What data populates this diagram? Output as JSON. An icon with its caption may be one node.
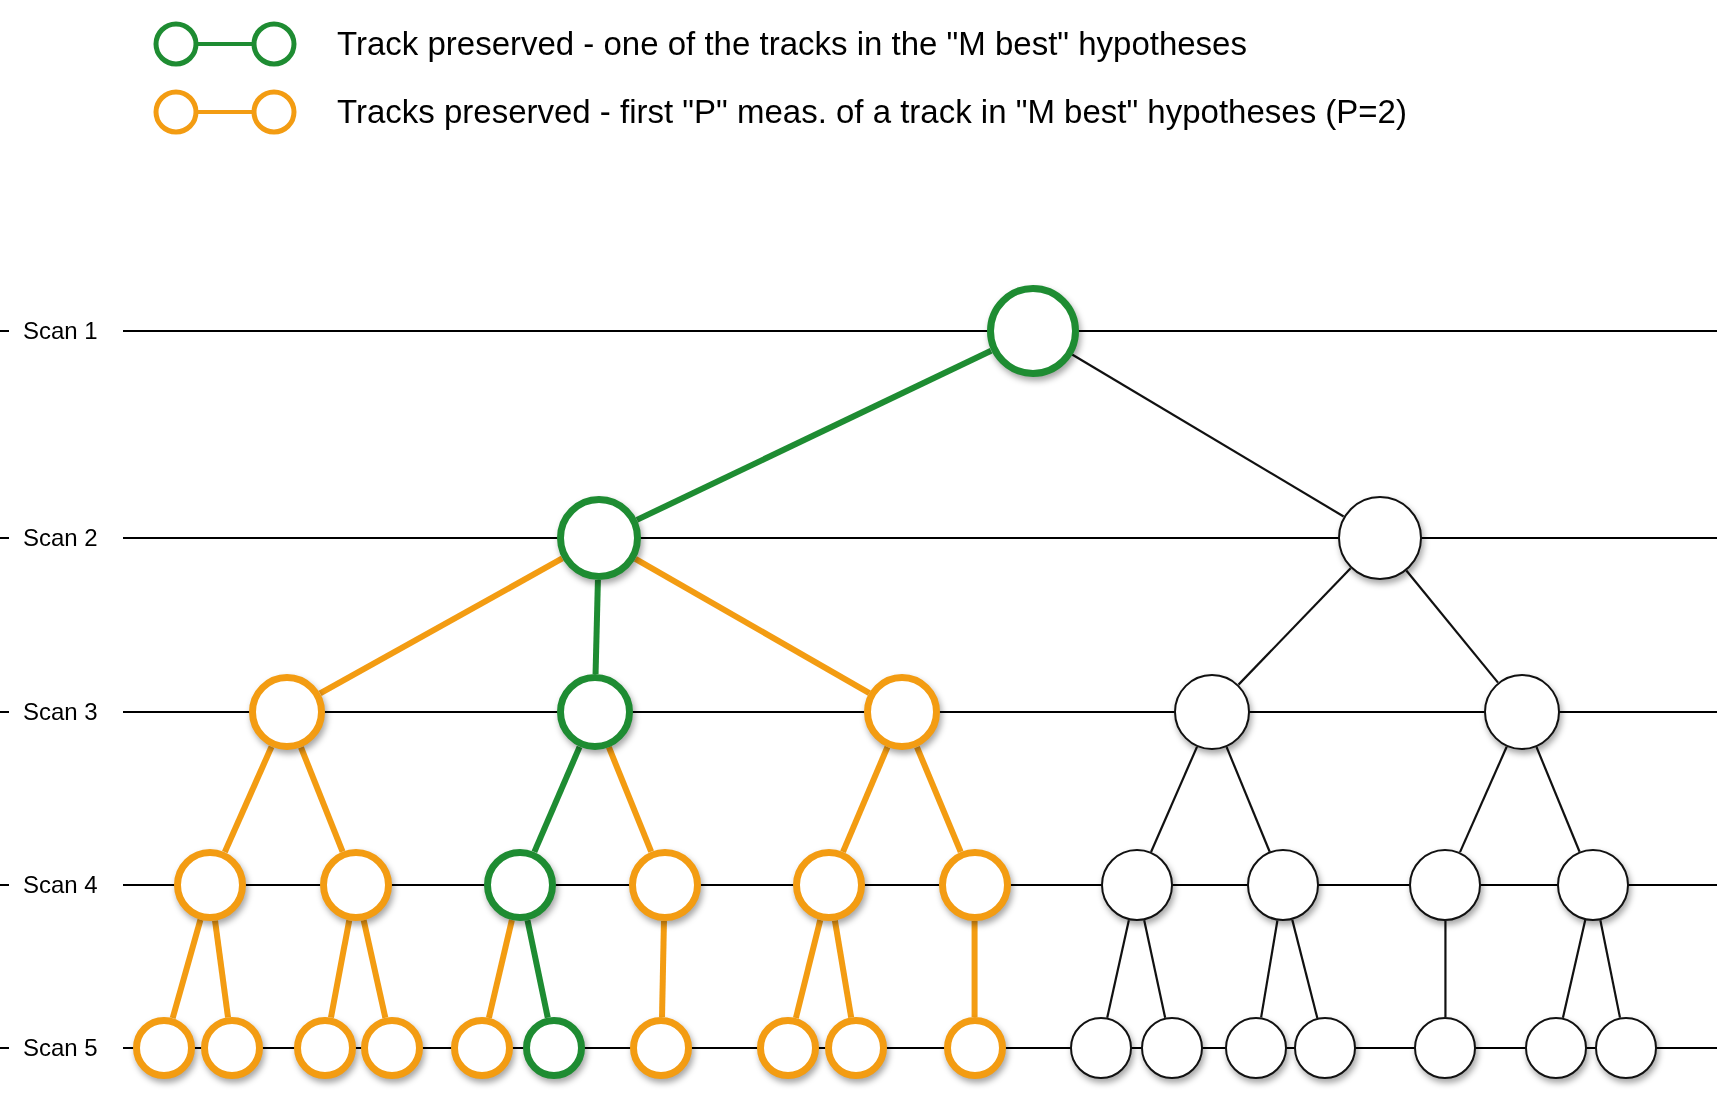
{
  "diagram": {
    "nodes": [
      {
        "text": [],
        "shape": "circle"
      },
      {
        "text": [],
        "shape": "circle"
      },
      {
        "text": [],
        "shape": "circle"
      },
      {
        "text": [],
        "shape": "circle"
      },
      {
        "text": [],
        "shape": "circle"
      },
      {
        "text": [],
        "shape": "circle"
      },
      {
        "text": [],
        "shape": "circle"
      },
      {
        "text": [],
        "shape": "circle"
      },
      {
        "text": [],
        "shape": "circle"
      },
      {
        "text": [],
        "shape": "circle"
      },
      {
        "text": [],
        "shape": "circle"
      },
      {
        "text": [],
        "shape": "circle"
      },
      {
        "text": [],
        "shape": "circle"
      },
      {
        "text": [],
        "shape": "circle"
      },
      {
        "text": [],
        "shape": "circle"
      },
      {
        "text": [],
        "shape": "circle"
      },
      {
        "text": [],
        "shape": "circle"
      },
      {
        "text": [],
        "shape": "circle"
      },
      {
        "text": [],
        "shape": "circle"
      },
      {
        "text": [],
        "shape": "circle"
      },
      {
        "text": [],
        "shape": "circle"
      },
      {
        "text": [],
        "shape": "circle"
      },
      {
        "text": [],
        "shape": "circle"
      },
      {
        "text": [],
        "shape": "circle"
      },
      {
        "text": [],
        "shape": "circle"
      },
      {
        "text": [],
        "shape": "circle"
      },
      {
        "text": [],
        "shape": "circle"
      },
      {
        "text": [],
        "shape": "circle"
      },
      {
        "text": [],
        "shape": "circle"
      },
      {
        "text": [],
        "shape": "circle"
      },
      {
        "text": [],
        "shape": "circle"
      },
      {
        "text": [],
        "shape": "circle"
      },
      {
        "text": [],
        "shape": "circle"
      },
      {
        "text": [],
        "shape": "circle"
      },
      {
        "text": [],
        "shape": "circle"
      }
    ],
    "edges": [
      {
        "from": 0,
        "to": 1,
        "arrow": "none",
        "color": "#1e8c32"
      },
      {
        "from": 0,
        "to": 2,
        "arrow": "none",
        "color": "#111111"
      },
      {
        "from": 1,
        "to": 3,
        "arrow": "none"
      },
      {
        "from": 1,
        "to": 4,
        "arrow": "none",
        "color": "#1e8c32"
      },
      {
        "from": 1,
        "to": 5,
        "arrow": "none"
      },
      {
        "from": 2,
        "to": 6,
        "arrow": "none",
        "color": "#111111"
      },
      {
        "from": 2,
        "to": 7,
        "arrow": "none",
        "color": "#111111"
      },
      {
        "from": 3,
        "to": 8,
        "arrow": "none"
      },
      {
        "from": 3,
        "to": 9,
        "arrow": "none"
      },
      {
        "from": 4,
        "to": 10,
        "arrow": "none",
        "color": "#1e8c32"
      },
      {
        "from": 4,
        "to": 11,
        "arrow": "none"
      },
      {
        "from": 5,
        "to": 12,
        "arrow": "none"
      },
      {
        "from": 5,
        "to": 13,
        "arrow": "none"
      },
      {
        "from": 6,
        "to": 14,
        "arrow": "none",
        "color": "#111111"
      },
      {
        "from": 6,
        "to": 15,
        "arrow": "none",
        "color": "#111111"
      },
      {
        "from": 7,
        "to": 16,
        "arrow": "none",
        "color": "#111111"
      },
      {
        "from": 7,
        "to": 17,
        "arrow": "none",
        "color": "#111111"
      },
      {
        "from": 8,
        "to": 18,
        "arrow": "none"
      },
      {
        "from": 8,
        "to": 19,
        "arrow": "none"
      },
      {
        "from": 9,
        "to": 20,
        "arrow": "none"
      },
      {
        "from": 9,
        "to": 21,
        "arrow": "none"
      },
      {
        "from": 10,
        "to": 22,
        "arrow": "none"
      },
      {
        "from": 10,
        "to": 23,
        "arrow": "none",
        "color": "#1e8c32"
      },
      {
        "from": 11,
        "to": 24,
        "arrow": "none"
      },
      {
        "from": 12,
        "to": 25,
        "arrow": "none"
      },
      {
        "from": 12,
        "to": 26,
        "arrow": "none"
      },
      {
        "from": 13,
        "to": 27,
        "arrow": "none"
      },
      {
        "from": 14,
        "to": 28,
        "arrow": "none",
        "color": "#111111"
      },
      {
        "from": 14,
        "to": 29,
        "arrow": "none",
        "color": "#111111"
      },
      {
        "from": 15,
        "to": 30,
        "arrow": "none",
        "color": "#111111"
      },
      {
        "from": 15,
        "to": 31,
        "arrow": "none",
        "color": "#111111"
      },
      {
        "from": 16,
        "to": 32,
        "arrow": "none",
        "color": "#111111"
      },
      {
        "from": 17,
        "to": 33,
        "arrow": "none",
        "color": "#111111"
      },
      {
        "from": 17,
        "to": 34,
        "arrow": "none",
        "color": "#111111"
      }
    ],
    "labels": [
      "Scan 1",
      "Scan 2",
      "Scan 3",
      "Scan 4",
      "Scan 5"
    ],
    "legend": [
      {
        "text": "Track preserved - one of the tracks in the \"M best\" hypotheses"
      },
      {
        "text": "Tracks preserved - first \"P\" meas. of a track in \"M best\" hypotheses (P=2)"
      }
    ]
  }
}
